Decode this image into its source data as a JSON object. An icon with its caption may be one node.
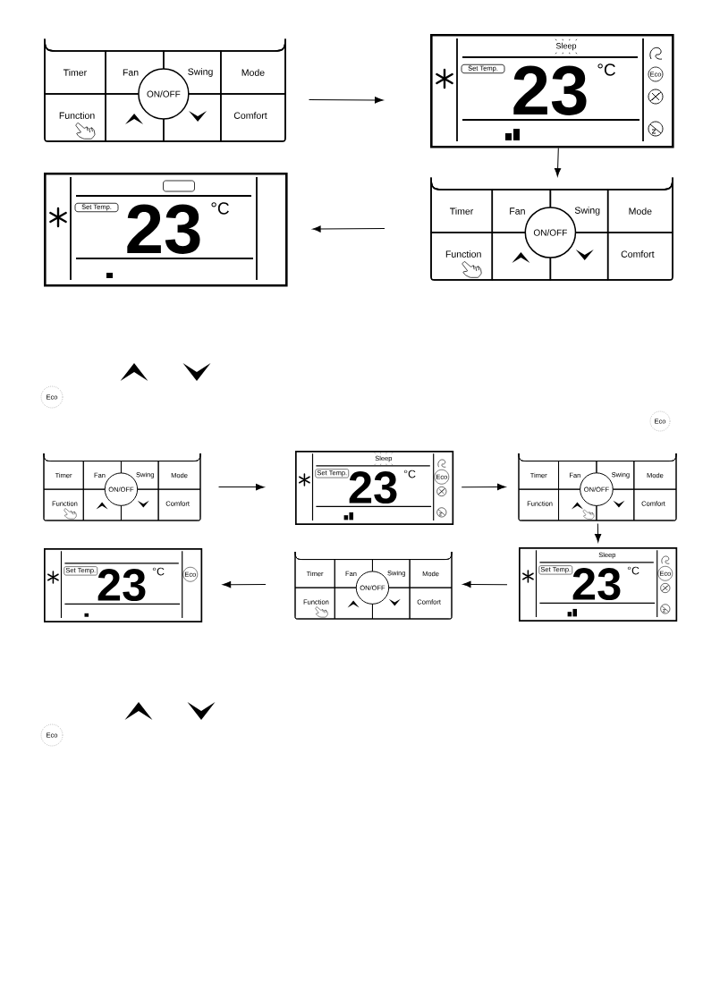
{
  "diagram": {
    "nodes": [
      {
        "text": [],
        "shape": "box"
      },
      {
        "text": [
          "Timer"
        ],
        "in": 0
      },
      {
        "text": [
          "Fan"
        ],
        "in": 0
      },
      {
        "text": [
          "Swing"
        ],
        "in": 0
      },
      {
        "text": [
          "Mode"
        ],
        "in": 0
      },
      {
        "text": [
          "Function"
        ],
        "in": 0
      },
      {
        "text": [],
        "shape": "box",
        "in": 0
      },
      {
        "text": [],
        "shape": "box",
        "in": 0
      },
      {
        "text": [
          "Comfort"
        ],
        "in": 0
      },
      {
        "text": [
          "ON/OFF"
        ],
        "in": 0
      },
      {
        "text": [
          "Sleep",
          "23",
          "°C"
        ]
      },
      {
        "text": [
          "Set Temp."
        ],
        "in": 10
      },
      {
        "text": [
          "Eco"
        ],
        "in": 10
      },
      {
        "text": [
          "23",
          "°C"
        ]
      },
      {
        "text": [],
        "shape": "box",
        "in": 13
      },
      {
        "text": [
          "Set Temp."
        ],
        "in": 13
      },
      {
        "text": [],
        "shape": "box"
      },
      {
        "text": [
          "Timer"
        ],
        "in": 16
      },
      {
        "text": [
          "Fan"
        ],
        "in": 16
      },
      {
        "text": [
          "Swing"
        ],
        "in": 16
      },
      {
        "text": [
          "Mode"
        ],
        "in": 16
      },
      {
        "text": [
          "Function"
        ],
        "in": 16
      },
      {
        "text": [],
        "shape": "box",
        "in": 16
      },
      {
        "text": [],
        "shape": "box",
        "in": 16
      },
      {
        "text": [
          "Comfort"
        ],
        "in": 16
      },
      {
        "text": [
          "ON/OFF"
        ],
        "in": 16
      },
      {
        "text": [
          "Eco"
        ]
      },
      {
        "text": [
          "Eco"
        ]
      },
      {
        "text": [],
        "shape": "box"
      },
      {
        "text": [
          "Timer"
        ],
        "in": 28
      },
      {
        "text": [
          "Fan"
        ],
        "in": 28
      },
      {
        "text": [
          "Swing"
        ],
        "in": 28
      },
      {
        "text": [
          "Mode"
        ],
        "in": 28
      },
      {
        "text": [
          "Function"
        ],
        "in": 28
      },
      {
        "text": [],
        "shape": "box",
        "in": 28
      },
      {
        "text": [],
        "shape": "box",
        "in": 28
      },
      {
        "text": [
          "Comfort"
        ],
        "in": 28
      },
      {
        "text": [
          "ON/OFF"
        ],
        "in": 28
      },
      {
        "text": [
          "Sleep",
          "23",
          "°C"
        ]
      },
      {
        "text": [
          "Set Temp."
        ],
        "in": 38
      },
      {
        "text": [
          "Eco"
        ],
        "in": 38
      },
      {
        "text": [],
        "shape": "box"
      },
      {
        "text": [
          "Timer"
        ],
        "in": 41
      },
      {
        "text": [
          "Fan"
        ],
        "in": 41
      },
      {
        "text": [
          "Swing"
        ],
        "in": 41
      },
      {
        "text": [
          "Mode"
        ],
        "in": 41
      },
      {
        "text": [
          "Function"
        ],
        "in": 41
      },
      {
        "text": [],
        "shape": "box",
        "in": 41
      },
      {
        "text": [],
        "shape": "box",
        "in": 41
      },
      {
        "text": [
          "Comfort"
        ],
        "in": 41
      },
      {
        "text": [
          "ON/OFF"
        ],
        "in": 41
      },
      {
        "text": [
          "23",
          "°C"
        ]
      },
      {
        "text": [
          "Set Temp."
        ],
        "in": 51
      },
      {
        "text": [
          "Eco"
        ],
        "in": 51
      },
      {
        "text": [],
        "shape": "box"
      },
      {
        "text": [
          "Timer"
        ],
        "in": 54
      },
      {
        "text": [
          "Fan"
        ],
        "in": 54
      },
      {
        "text": [
          "Swing"
        ],
        "in": 54
      },
      {
        "text": [
          "Mode"
        ],
        "in": 54
      },
      {
        "text": [
          "Function"
        ],
        "in": 54
      },
      {
        "text": [],
        "shape": "box",
        "in": 54
      },
      {
        "text": [],
        "shape": "box",
        "in": 54
      },
      {
        "text": [
          "Comfort"
        ],
        "in": 54
      },
      {
        "text": [
          "ON/OFF"
        ],
        "in": 54
      },
      {
        "text": [
          "Sleep",
          "23",
          "°C"
        ]
      },
      {
        "text": [
          "Set Temp."
        ],
        "in": 64
      },
      {
        "text": [
          "Eco"
        ],
        "in": 64
      },
      {
        "text": [
          "Eco"
        ]
      }
    ],
    "edges": [
      {
        "from": 0,
        "to": 10,
        "arrow": "to"
      },
      {
        "from": 10,
        "to": 16,
        "arrow": "to"
      },
      {
        "from": 16,
        "to": 13,
        "arrow": "to"
      },
      {
        "from": 28,
        "to": 38,
        "arrow": "to"
      },
      {
        "from": 38,
        "to": 41,
        "arrow": "to"
      },
      {
        "from": 41,
        "to": 64,
        "arrow": "to"
      },
      {
        "from": 64,
        "to": 54,
        "arrow": "to"
      },
      {
        "from": 54,
        "to": 51,
        "arrow": "to"
      }
    ]
  }
}
